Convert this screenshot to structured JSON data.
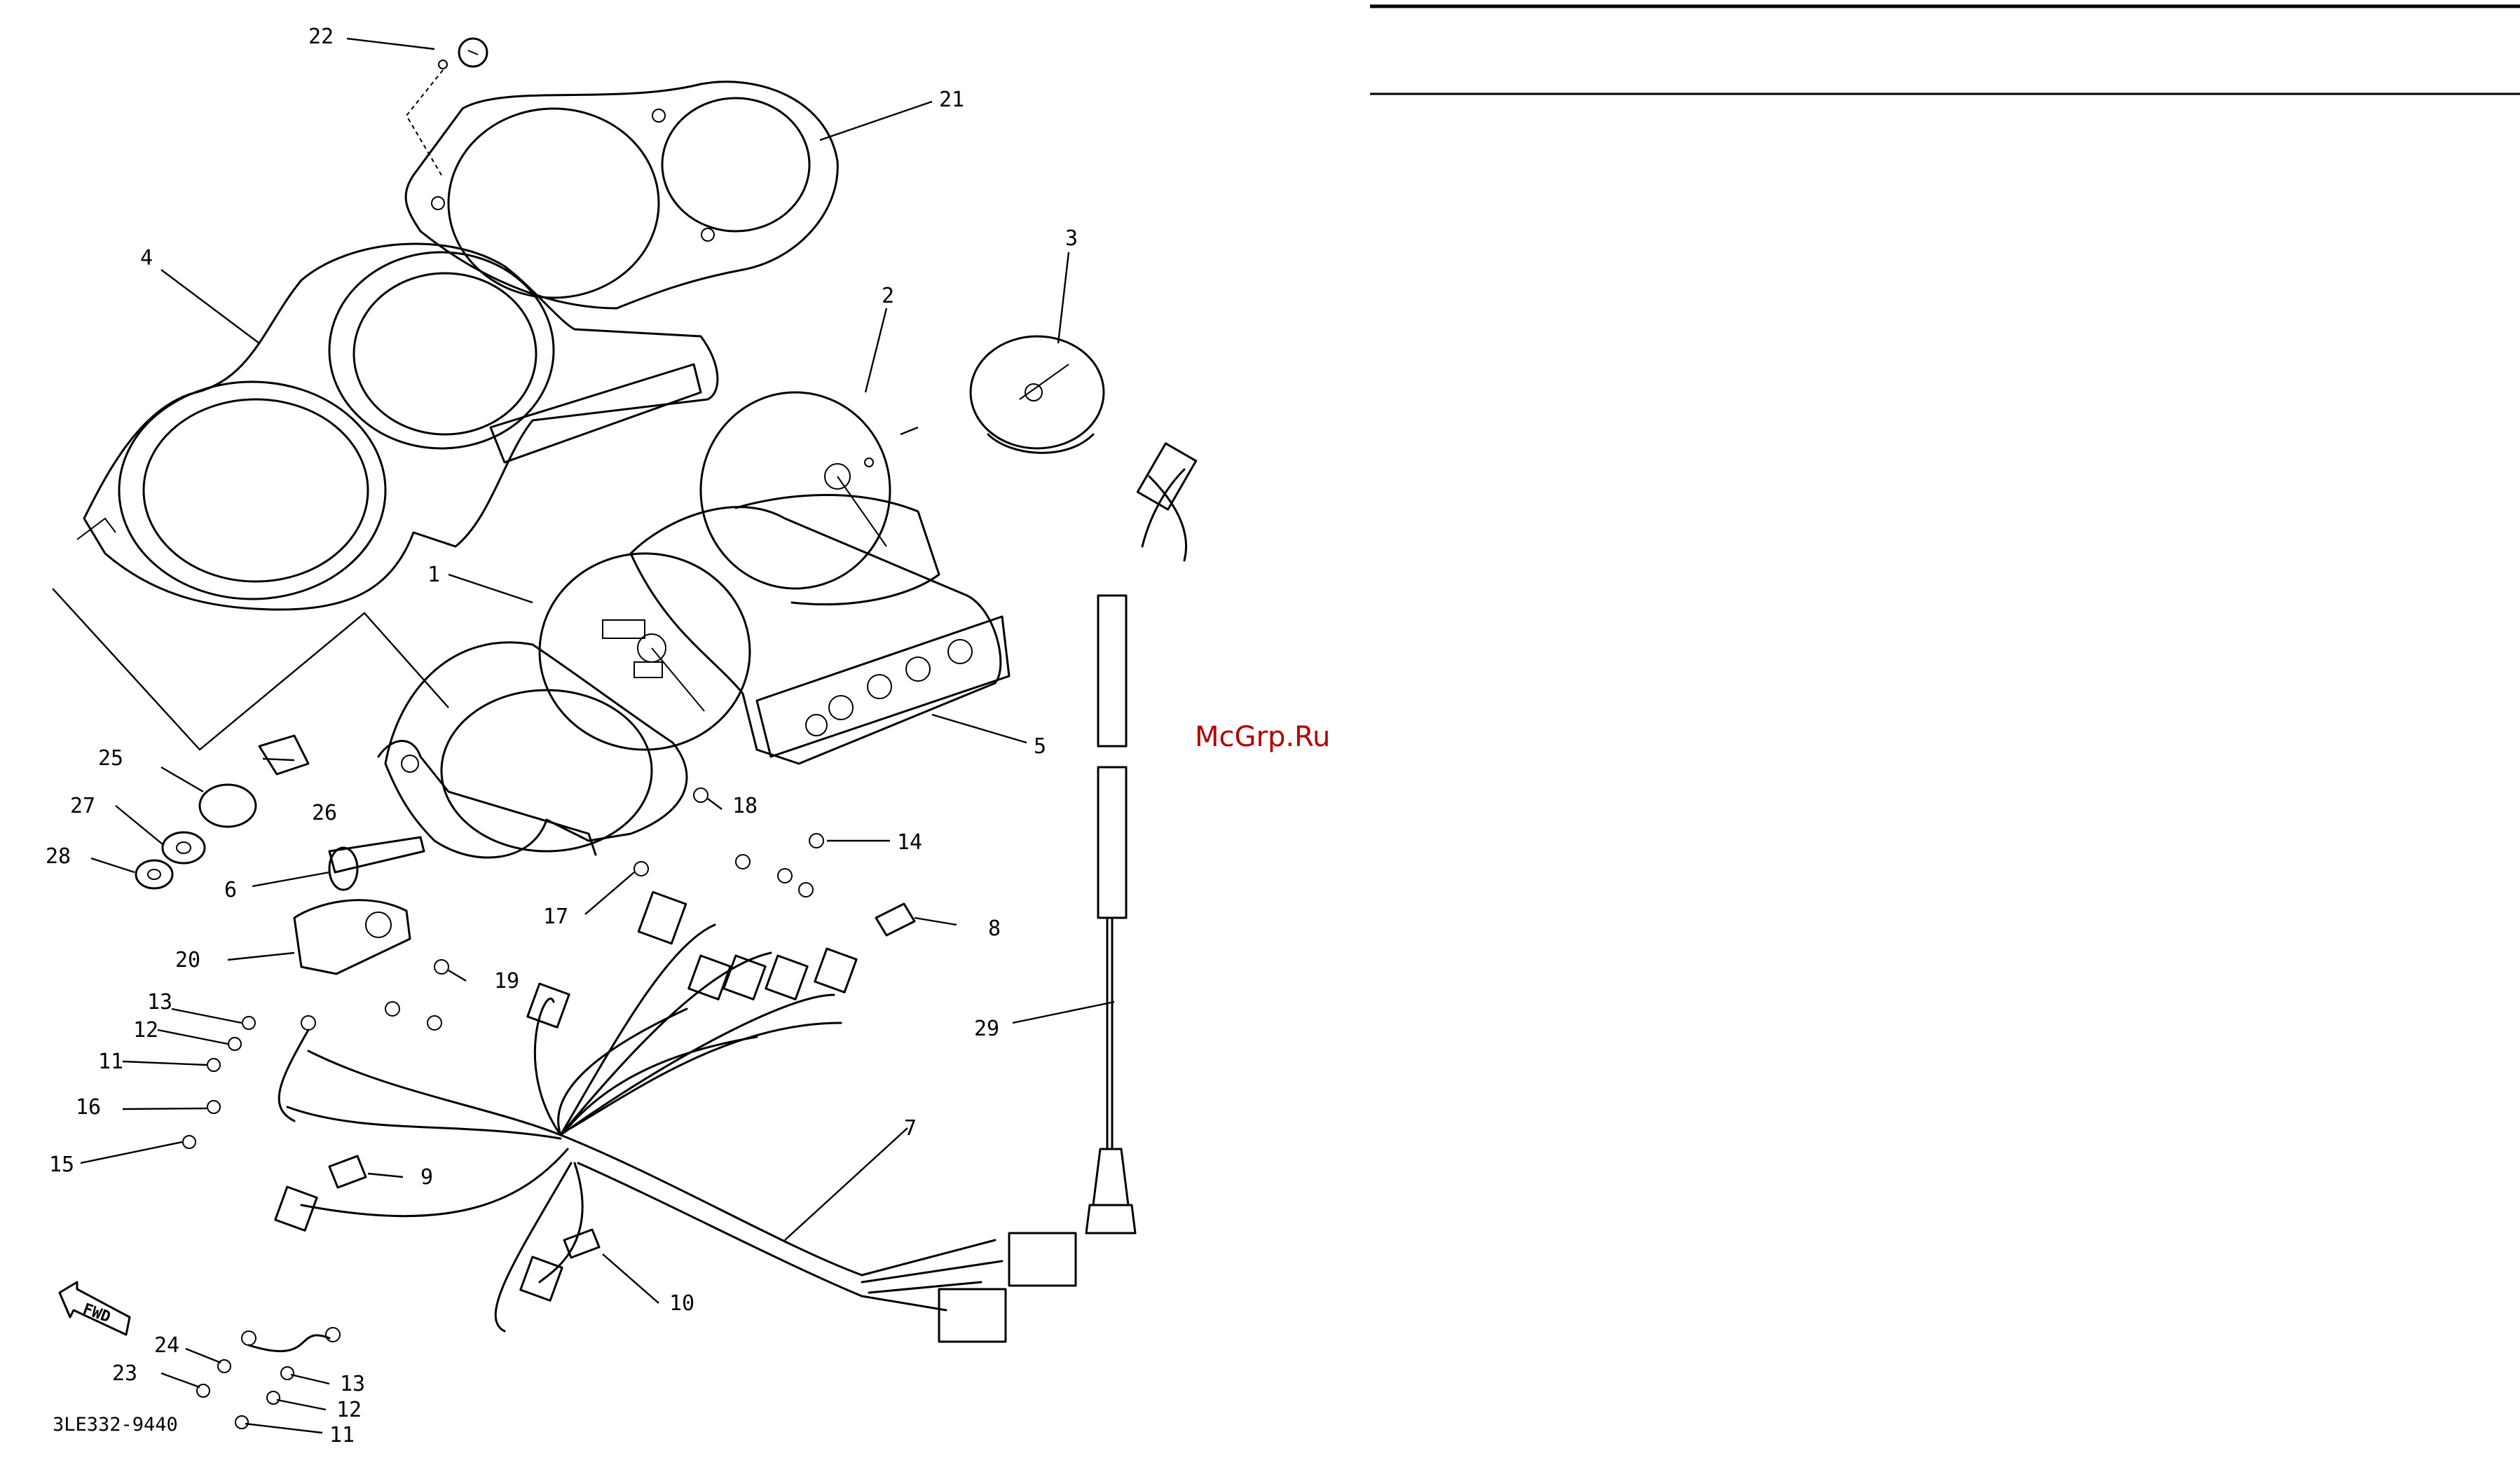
{
  "diagram": {
    "callouts": [
      {
        "id": "c1",
        "text": "1"
      },
      {
        "id": "c2",
        "text": "2"
      },
      {
        "id": "c3",
        "text": "3"
      },
      {
        "id": "c4",
        "text": "4"
      },
      {
        "id": "c5",
        "text": "5"
      },
      {
        "id": "c6",
        "text": "6"
      },
      {
        "id": "c7",
        "text": "7"
      },
      {
        "id": "c8",
        "text": "8"
      },
      {
        "id": "c9",
        "text": "9"
      },
      {
        "id": "c10",
        "text": "10"
      },
      {
        "id": "c11a",
        "text": "11"
      },
      {
        "id": "c11b",
        "text": "11"
      },
      {
        "id": "c12a",
        "text": "12"
      },
      {
        "id": "c12b",
        "text": "12"
      },
      {
        "id": "c13a",
        "text": "13"
      },
      {
        "id": "c13b",
        "text": "13"
      },
      {
        "id": "c14",
        "text": "14"
      },
      {
        "id": "c15",
        "text": "15"
      },
      {
        "id": "c16",
        "text": "16"
      },
      {
        "id": "c17",
        "text": "17"
      },
      {
        "id": "c18",
        "text": "18"
      },
      {
        "id": "c19",
        "text": "19"
      },
      {
        "id": "c20",
        "text": "20"
      },
      {
        "id": "c21",
        "text": "21"
      },
      {
        "id": "c22",
        "text": "22"
      },
      {
        "id": "c23",
        "text": "23"
      },
      {
        "id": "c24",
        "text": "24"
      },
      {
        "id": "c25",
        "text": "25"
      },
      {
        "id": "c26",
        "text": "26"
      },
      {
        "id": "c27",
        "text": "27"
      },
      {
        "id": "c28",
        "text": "28"
      },
      {
        "id": "c29",
        "text": "29"
      }
    ],
    "drawing_code": "3LE332-9440",
    "fwd_label": "FWD",
    "watermark": "McGrp.Ru"
  }
}
